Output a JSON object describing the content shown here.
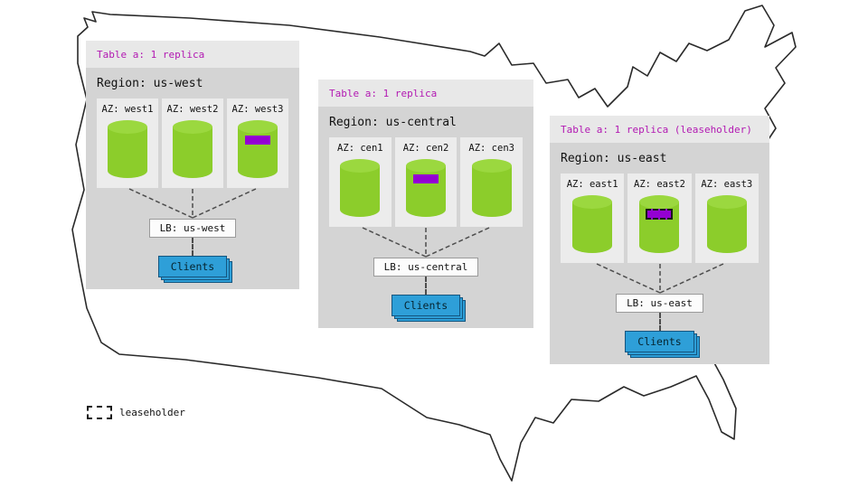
{
  "regions": [
    {
      "table_label": "Table a: 1 replica",
      "region_label": "Region: us-west",
      "azs": [
        {
          "label": "AZ: west1"
        },
        {
          "label": "AZ: west2"
        },
        {
          "label": "AZ: west3"
        }
      ],
      "lb_label": "LB: us-west",
      "clients_label": "Clients"
    },
    {
      "table_label": "Table a: 1 replica",
      "region_label": "Region: us-central",
      "azs": [
        {
          "label": "AZ: cen1"
        },
        {
          "label": "AZ: cen2"
        },
        {
          "label": "AZ: cen3"
        }
      ],
      "lb_label": "LB: us-central",
      "clients_label": "Clients"
    },
    {
      "table_label": "Table a: 1 replica (leaseholder)",
      "region_label": "Region: us-east",
      "azs": [
        {
          "label": "AZ: east1"
        },
        {
          "label": "AZ: east2"
        },
        {
          "label": "AZ: east3"
        }
      ],
      "lb_label": "LB: us-east",
      "clients_label": "Clients"
    }
  ],
  "legend": {
    "label": "leaseholder"
  },
  "colors": {
    "replica_green": "#8ccd2b",
    "range_purple": "#9400d3",
    "clients_blue": "#2e9fd8",
    "header_text": "#b219b2",
    "panel_gray": "#d4d4d4"
  }
}
